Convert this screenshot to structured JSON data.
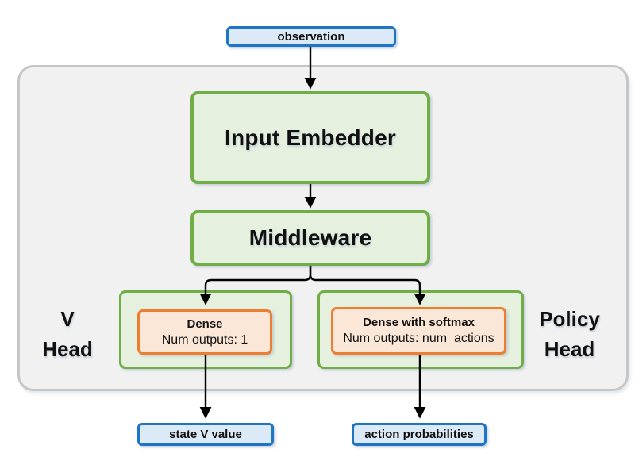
{
  "colors": {
    "blue_border": "#1f74c4",
    "blue_fill": "#dce9f6",
    "green_border": "#70ad47",
    "green_fill": "#e6f0de",
    "orange_border": "#ed7d31",
    "orange_fill": "#fbe7d7",
    "container_fill": "#f1f1f1",
    "container_border": "#c6c6c6",
    "arrow": "#000000",
    "text": "#111111"
  },
  "nodes": {
    "observation": {
      "label": "observation"
    },
    "input_embedder": {
      "label": "Input Embedder"
    },
    "middleware": {
      "label": "Middleware"
    },
    "v_head": {
      "label": "V\nHead",
      "dense": {
        "title": "Dense",
        "subtitle": "Num outputs: 1"
      }
    },
    "policy_head": {
      "label": "Policy\nHead",
      "dense": {
        "title": "Dense with softmax",
        "subtitle": "Num outputs: num_actions"
      }
    },
    "state_v_value": {
      "label": "state V value"
    },
    "action_probabilities": {
      "label": "action probabilities"
    }
  }
}
